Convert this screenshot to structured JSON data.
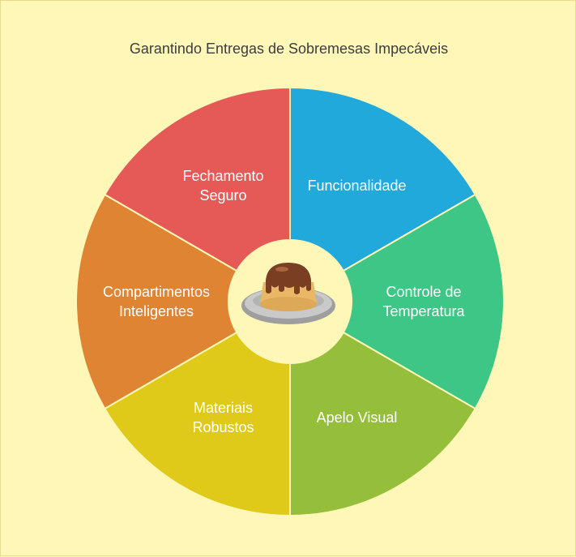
{
  "title": "Garantindo Entregas de Sobremesas Impecáveis",
  "center_icon": "pudding-on-plate-icon",
  "segments": [
    {
      "label_lines": [
        "Funcionalidade"
      ],
      "color": "#21A9DC"
    },
    {
      "label_lines": [
        "Controle de",
        "Temperatura"
      ],
      "color": "#3DC685"
    },
    {
      "label_lines": [
        "Apelo Visual"
      ],
      "color": "#95BF3B"
    },
    {
      "label_lines": [
        "Materiais",
        "Robustos"
      ],
      "color": "#DFCA19"
    },
    {
      "label_lines": [
        "Compartimentos",
        "Inteligentes"
      ],
      "color": "#DE8432"
    },
    {
      "label_lines": [
        "Fechamento",
        "Seguro"
      ],
      "color": "#E55A57"
    }
  ]
}
